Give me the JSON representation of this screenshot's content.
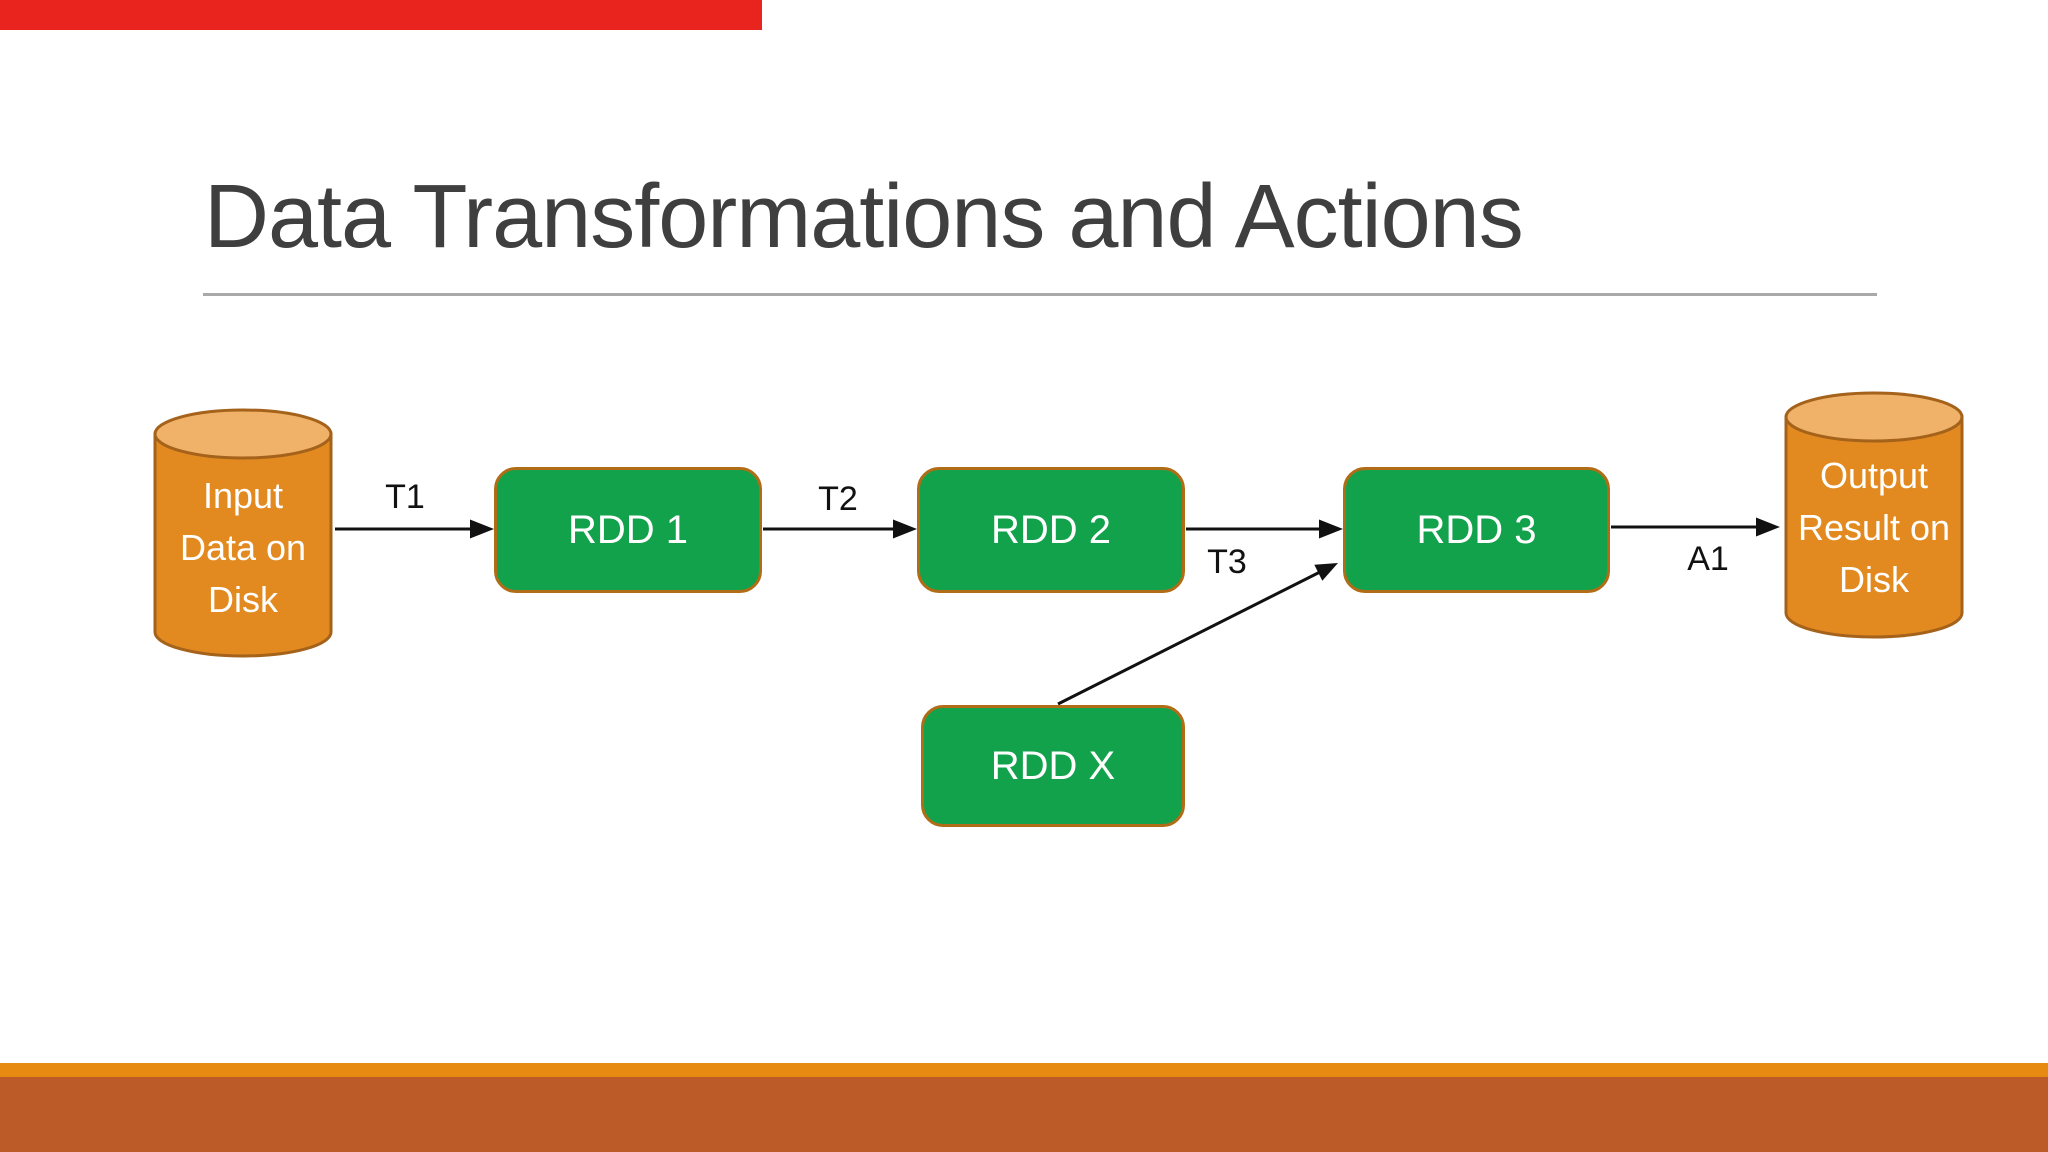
{
  "slide": {
    "title": "Data Transformations and Actions"
  },
  "diagram": {
    "nodes": {
      "input": {
        "label": "Input Data on Disk",
        "type": "cylinder"
      },
      "rdd1": {
        "label": "RDD 1",
        "type": "box"
      },
      "rdd2": {
        "label": "RDD 2",
        "type": "box"
      },
      "rdd3": {
        "label": "RDD 3",
        "type": "box"
      },
      "rddx": {
        "label": "RDD X",
        "type": "box"
      },
      "output": {
        "label": "Output Result on Disk",
        "type": "cylinder"
      }
    },
    "edges": {
      "t1": {
        "label": "T1",
        "from": "input",
        "to": "rdd1"
      },
      "t2": {
        "label": "T2",
        "from": "rdd1",
        "to": "rdd2"
      },
      "t3": {
        "label": "T3",
        "from": "rdd2",
        "to": "rdd3"
      },
      "x3": {
        "label": "",
        "from": "rddx",
        "to": "rdd3"
      },
      "a1": {
        "label": "A1",
        "from": "rdd3",
        "to": "output"
      }
    },
    "colors": {
      "node_green": "#12a24b",
      "node_border": "#b06c16",
      "cylinder_body": "#e28a20",
      "cylinder_top": "#f0b269",
      "cylinder_border": "#a5621b",
      "title_text": "#3f3f3f",
      "title_rule": "#a9a9a9",
      "footer_orange": "#e78a11",
      "footer_brick": "#bd5b28",
      "top_bar_red": "#e9241f",
      "arrow": "#111111"
    }
  }
}
